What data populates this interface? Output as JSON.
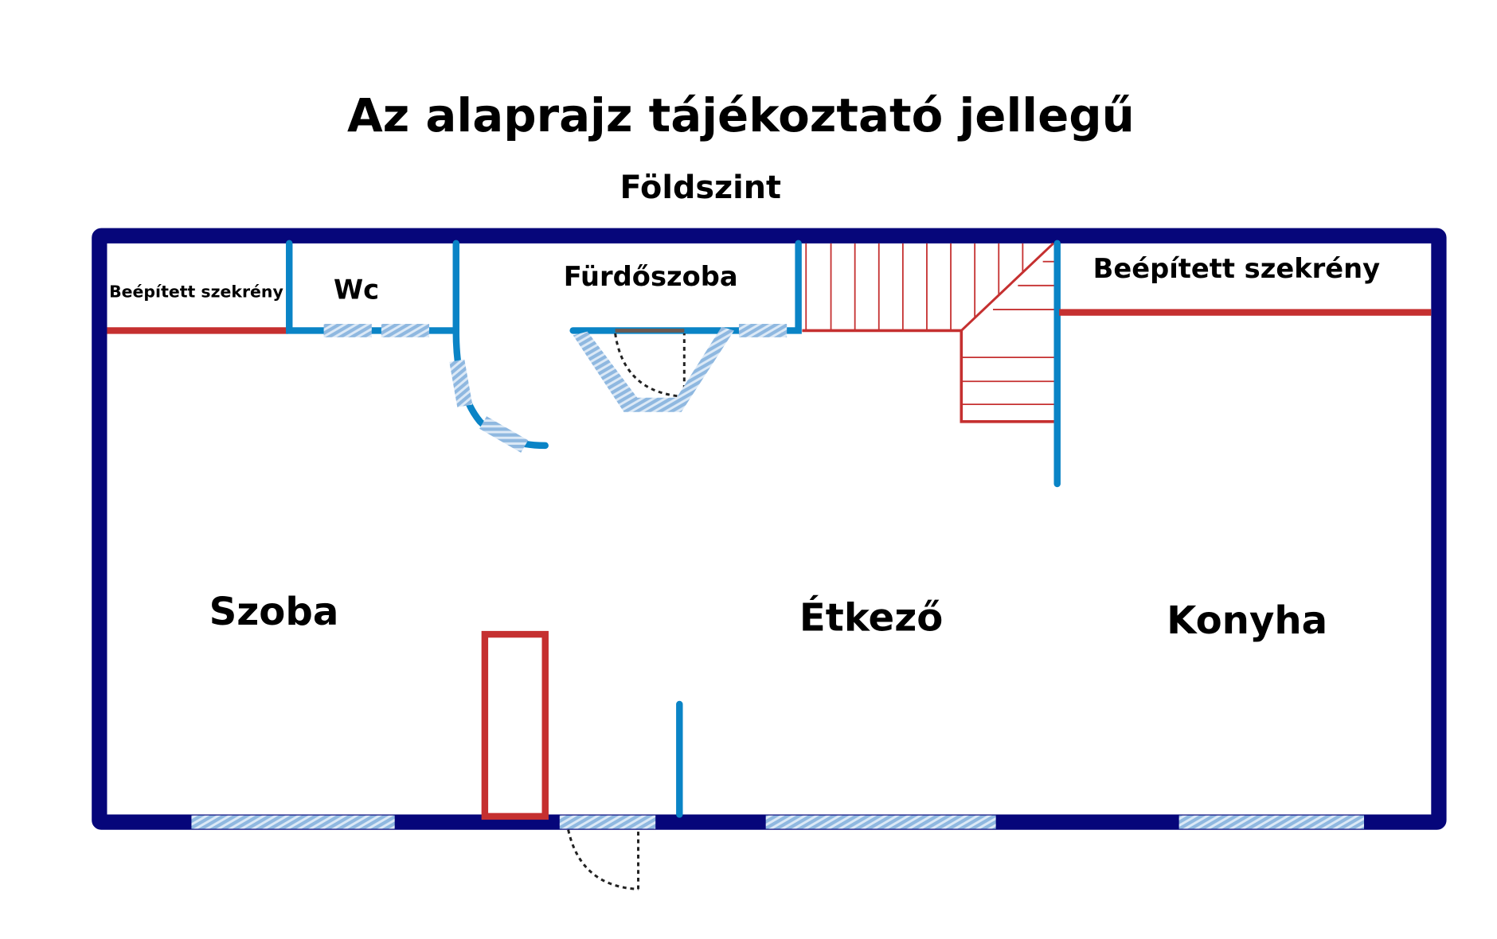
{
  "header": {
    "title": "Az alaprajz tájékoztató jellegű",
    "floor": "Földszint"
  },
  "rooms": {
    "closet_left": "Beépített szekrény",
    "wc": "Wc",
    "bathroom": "Fürdőszoba",
    "closet_right": "Beépített szekrény",
    "room": "Szoba",
    "dining": "Étkező",
    "kitchen": "Konyha"
  },
  "colors": {
    "outer_wall": "#06067a",
    "inner_wall": "#0a84c6",
    "fixture": "#c53030",
    "window": "#8fb8e0"
  }
}
